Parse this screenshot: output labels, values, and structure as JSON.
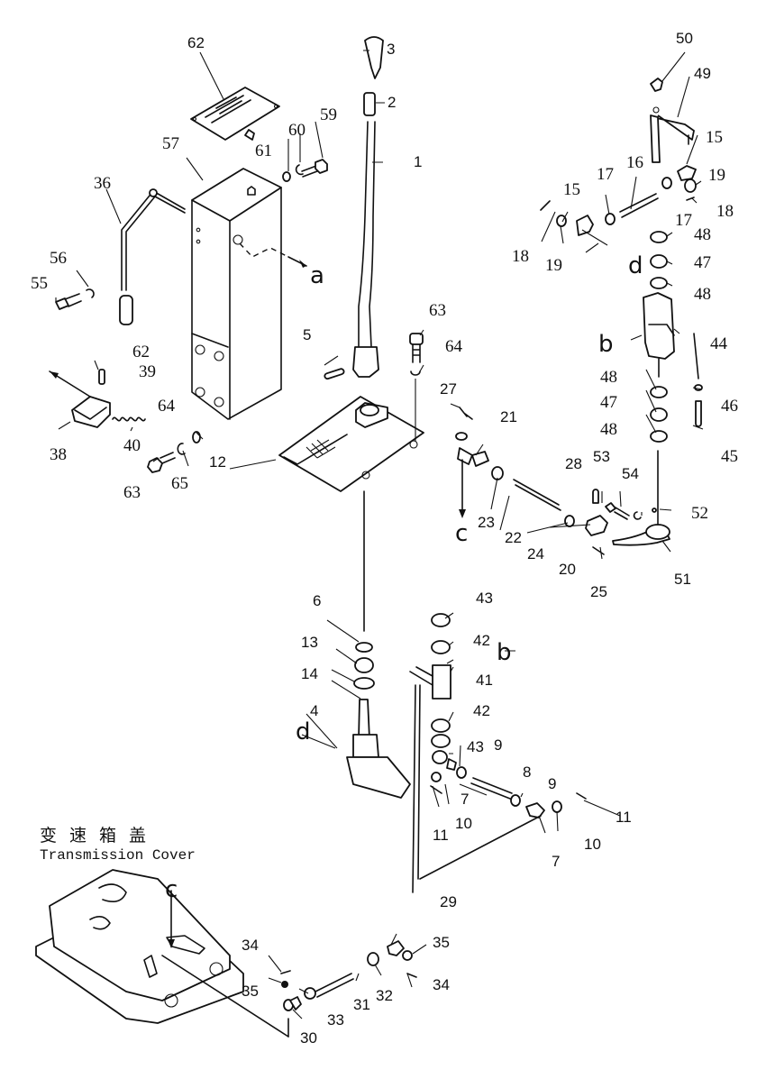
{
  "title": {
    "chinese": "变速箱盖",
    "english": "Transmission Cover"
  },
  "reference_letters": {
    "a": "a",
    "b": "b",
    "c": "c",
    "d": "d"
  },
  "callouts": [
    {
      "id": "c62a",
      "number": "62"
    },
    {
      "id": "c3",
      "number": "3"
    },
    {
      "id": "c2",
      "number": "2"
    },
    {
      "id": "c1",
      "number": "1"
    },
    {
      "id": "c57",
      "number": "57"
    },
    {
      "id": "c61",
      "number": "61"
    },
    {
      "id": "c60",
      "number": "60"
    },
    {
      "id": "c59",
      "number": "59"
    },
    {
      "id": "c36",
      "number": "36"
    },
    {
      "id": "c56",
      "number": "56"
    },
    {
      "id": "c55",
      "number": "55"
    },
    {
      "id": "c62b",
      "number": "62"
    },
    {
      "id": "c39",
      "number": "39"
    },
    {
      "id": "c38",
      "number": "38"
    },
    {
      "id": "c40",
      "number": "40"
    },
    {
      "id": "c64a",
      "number": "64"
    },
    {
      "id": "c63a",
      "number": "63"
    },
    {
      "id": "c65",
      "number": "65"
    },
    {
      "id": "c12",
      "number": "12"
    },
    {
      "id": "c5",
      "number": "5"
    },
    {
      "id": "c63b",
      "number": "63"
    },
    {
      "id": "c64b",
      "number": "64"
    },
    {
      "id": "c27",
      "number": "27"
    },
    {
      "id": "c21",
      "number": "21"
    },
    {
      "id": "c23",
      "number": "23"
    },
    {
      "id": "c22",
      "number": "22"
    },
    {
      "id": "c24",
      "number": "24"
    },
    {
      "id": "c20",
      "number": "20"
    },
    {
      "id": "c25",
      "number": "25"
    },
    {
      "id": "c28",
      "number": "28"
    },
    {
      "id": "c53",
      "number": "53"
    },
    {
      "id": "c54",
      "number": "54"
    },
    {
      "id": "c52",
      "number": "52"
    },
    {
      "id": "c51",
      "number": "51"
    },
    {
      "id": "c50",
      "number": "50"
    },
    {
      "id": "c49",
      "number": "49"
    },
    {
      "id": "c15a",
      "number": "15"
    },
    {
      "id": "c19a",
      "number": "19"
    },
    {
      "id": "c18a",
      "number": "18"
    },
    {
      "id": "c16",
      "number": "16"
    },
    {
      "id": "c17a",
      "number": "17"
    },
    {
      "id": "c17b",
      "number": "17"
    },
    {
      "id": "c15b",
      "number": "15"
    },
    {
      "id": "c18b",
      "number": "18"
    },
    {
      "id": "c19b",
      "number": "19"
    },
    {
      "id": "c48a",
      "number": "48"
    },
    {
      "id": "c47a",
      "number": "47"
    },
    {
      "id": "c48b",
      "number": "48"
    },
    {
      "id": "c44",
      "number": "44"
    },
    {
      "id": "c48c",
      "number": "48"
    },
    {
      "id": "c47b",
      "number": "47"
    },
    {
      "id": "c48d",
      "number": "48"
    },
    {
      "id": "c46",
      "number": "46"
    },
    {
      "id": "c45",
      "number": "45"
    },
    {
      "id": "c6",
      "number": "6"
    },
    {
      "id": "c13",
      "number": "13"
    },
    {
      "id": "c14",
      "number": "14"
    },
    {
      "id": "c4",
      "number": "4"
    },
    {
      "id": "c43a",
      "number": "43"
    },
    {
      "id": "c42a",
      "number": "42"
    },
    {
      "id": "c41",
      "number": "41"
    },
    {
      "id": "c42b",
      "number": "42"
    },
    {
      "id": "c43b",
      "number": "43"
    },
    {
      "id": "c9a",
      "number": "9"
    },
    {
      "id": "c8",
      "number": "8"
    },
    {
      "id": "c9b",
      "number": "9"
    },
    {
      "id": "c7a",
      "number": "7"
    },
    {
      "id": "c10a",
      "number": "10"
    },
    {
      "id": "c11a",
      "number": "11"
    },
    {
      "id": "c11b",
      "number": "11"
    },
    {
      "id": "c10b",
      "number": "10"
    },
    {
      "id": "c7b",
      "number": "7"
    },
    {
      "id": "c29",
      "number": "29"
    },
    {
      "id": "c35a",
      "number": "35"
    },
    {
      "id": "c34a",
      "number": "34"
    },
    {
      "id": "c34b",
      "number": "34"
    },
    {
      "id": "c35b",
      "number": "35"
    },
    {
      "id": "c32",
      "number": "32"
    },
    {
      "id": "c31",
      "number": "31"
    },
    {
      "id": "c33",
      "number": "33"
    },
    {
      "id": "c30",
      "number": "30"
    }
  ]
}
